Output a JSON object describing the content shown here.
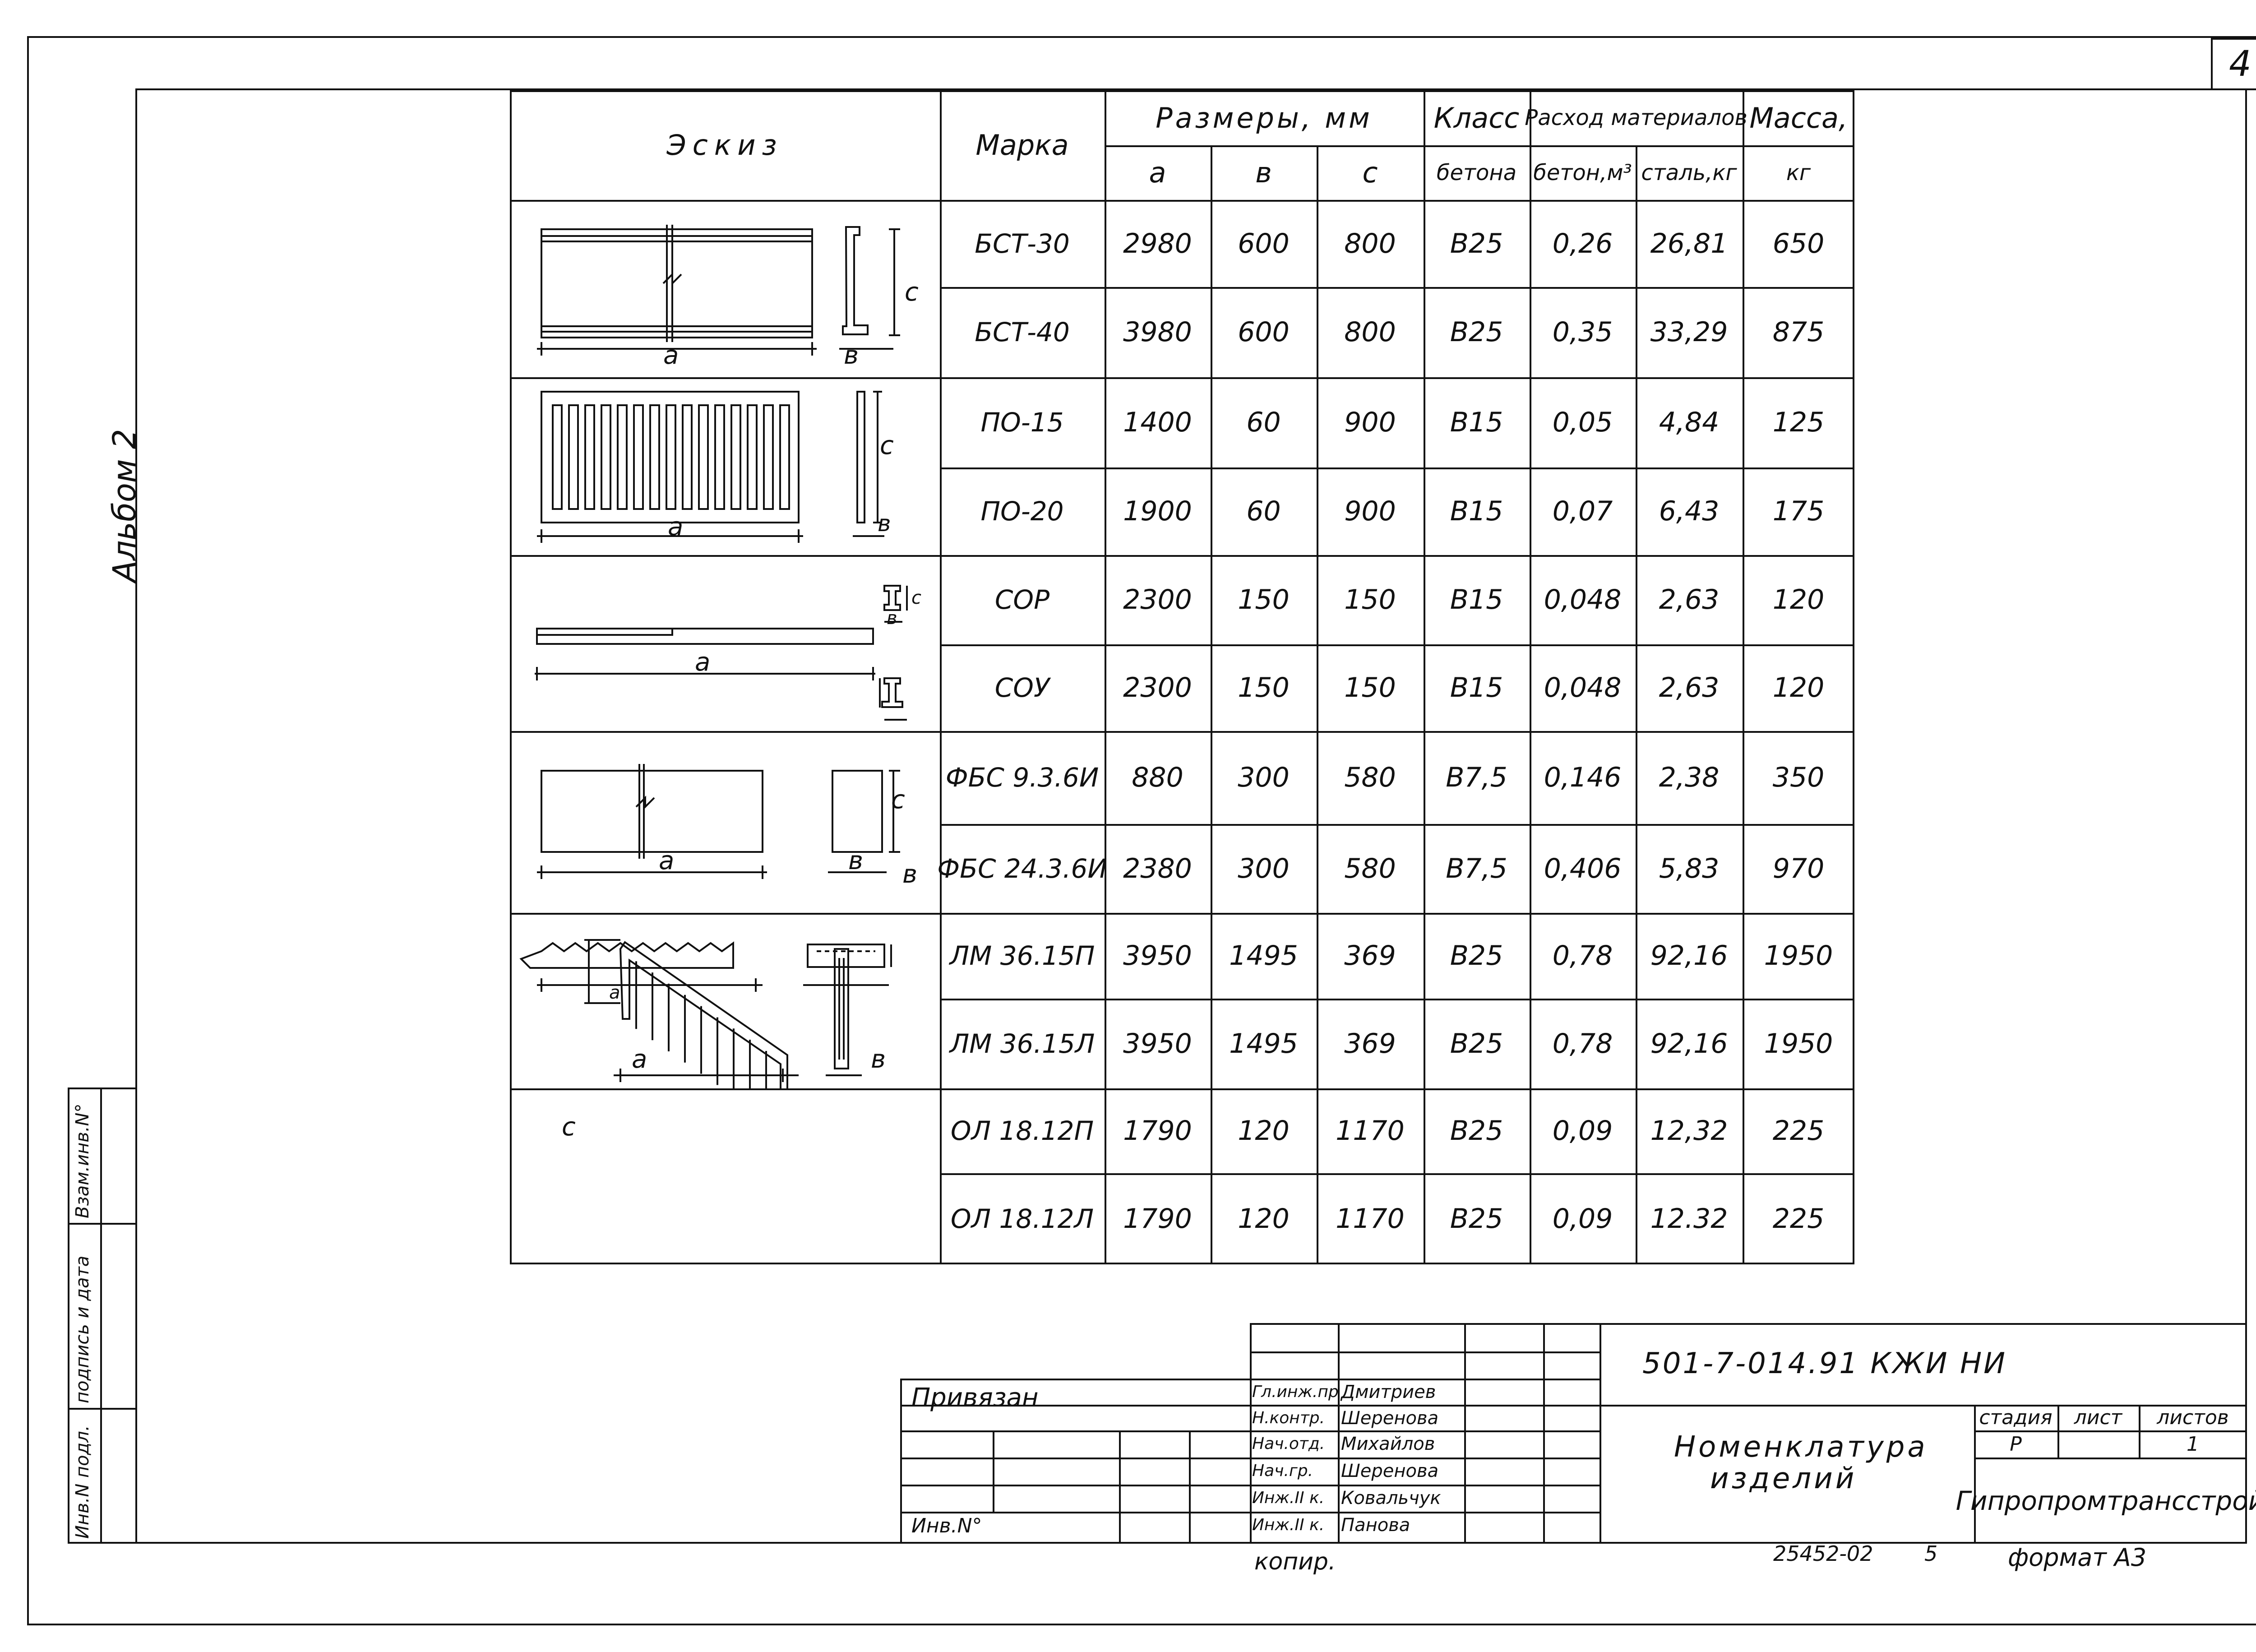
{
  "sheet_number": "4",
  "side_label": "Альбом 2",
  "left_stamp": {
    "inv_podl": "Инв.N подл.",
    "podpis": "подпись и дата",
    "vzam": "Взам.инв.N°"
  },
  "table": {
    "headers": {
      "sketch": "Эскиз",
      "mark": "Марка",
      "dims": "Размеры, мм",
      "dim_a": "а",
      "dim_b": "в",
      "dim_c": "с",
      "class1": "Класс",
      "class2": "бетона",
      "materials": "Расход материалов",
      "concrete": "бетон,м³",
      "steel": "сталь,кг",
      "mass1": "Масса,",
      "mass2": "кг"
    },
    "rows": [
      {
        "mark": "БСТ-30",
        "a": "2980",
        "b": "600",
        "c": "800",
        "cls": "В25",
        "conc": "0,26",
        "steel": "26,81",
        "mass": "650"
      },
      {
        "mark": "БСТ-40",
        "a": "3980",
        "b": "600",
        "c": "800",
        "cls": "В25",
        "conc": "0,35",
        "steel": "33,29",
        "mass": "875"
      },
      {
        "mark": "ПО-15",
        "a": "1400",
        "b": "60",
        "c": "900",
        "cls": "В15",
        "conc": "0,05",
        "steel": "4,84",
        "mass": "125"
      },
      {
        "mark": "ПО-20",
        "a": "1900",
        "b": "60",
        "c": "900",
        "cls": "В15",
        "conc": "0,07",
        "steel": "6,43",
        "mass": "175"
      },
      {
        "mark": "СОР",
        "a": "2300",
        "b": "150",
        "c": "150",
        "cls": "В15",
        "conc": "0,048",
        "steel": "2,63",
        "mass": "120"
      },
      {
        "mark": "СОУ",
        "a": "2300",
        "b": "150",
        "c": "150",
        "cls": "В15",
        "conc": "0,048",
        "steel": "2,63",
        "mass": "120"
      },
      {
        "mark": "ФБС 9.3.6И",
        "a": "880",
        "b": "300",
        "c": "580",
        "cls": "В7,5",
        "conc": "0,146",
        "steel": "2,38",
        "mass": "350"
      },
      {
        "mark": "ФБС 24.3.6И",
        "a": "2380",
        "b": "300",
        "c": "580",
        "cls": "В7,5",
        "conc": "0,406",
        "steel": "5,83",
        "mass": "970"
      },
      {
        "mark": "ЛМ 36.15П",
        "a": "3950",
        "b": "1495",
        "c": "369",
        "cls": "В25",
        "conc": "0,78",
        "steel": "92,16",
        "mass": "1950"
      },
      {
        "mark": "ЛМ 36.15Л",
        "a": "3950",
        "b": "1495",
        "c": "369",
        "cls": "В25",
        "conc": "0,78",
        "steel": "92,16",
        "mass": "1950"
      },
      {
        "mark": "ОЛ 18.12П",
        "a": "1790",
        "b": "120",
        "c": "1170",
        "cls": "В25",
        "conc": "0,09",
        "steel": "12,32",
        "mass": "225"
      },
      {
        "mark": "ОЛ 18.12Л",
        "a": "1790",
        "b": "120",
        "c": "1170",
        "cls": "В25",
        "conc": "0,09",
        "steel": "12.32",
        "mass": "225"
      }
    ]
  },
  "sketch_labels": {
    "a": "а",
    "b": "в",
    "c": "с"
  },
  "title_block": {
    "privyazan": "Привязан",
    "inv_no": "Инв.N°",
    "code": "501-7-014.91 КЖИ НИ",
    "title1": "Номенклатура",
    "title2": "изделий",
    "stadia": "стадия",
    "list": "лист",
    "listov": "листов",
    "stadia_val": "Р",
    "listov_val": "1",
    "org": "Гипропромтрансстрой",
    "roles": [
      {
        "role": "Гл.инж.пр",
        "name": "Дмитриев"
      },
      {
        "role": "Н.контр.",
        "name": "Шеренова"
      },
      {
        "role": "Нач.отд.",
        "name": "Михайлов"
      },
      {
        "role": "Нач.гр.",
        "name": "Шеренова"
      },
      {
        "role": "Инж.II к.",
        "name": "Ковальчук"
      },
      {
        "role": "Инж.II к.",
        "name": "Панова"
      }
    ]
  },
  "bottom": {
    "kopir": "копир.",
    "doc_no": "25452-02",
    "page": "5",
    "format": "формат А3"
  }
}
